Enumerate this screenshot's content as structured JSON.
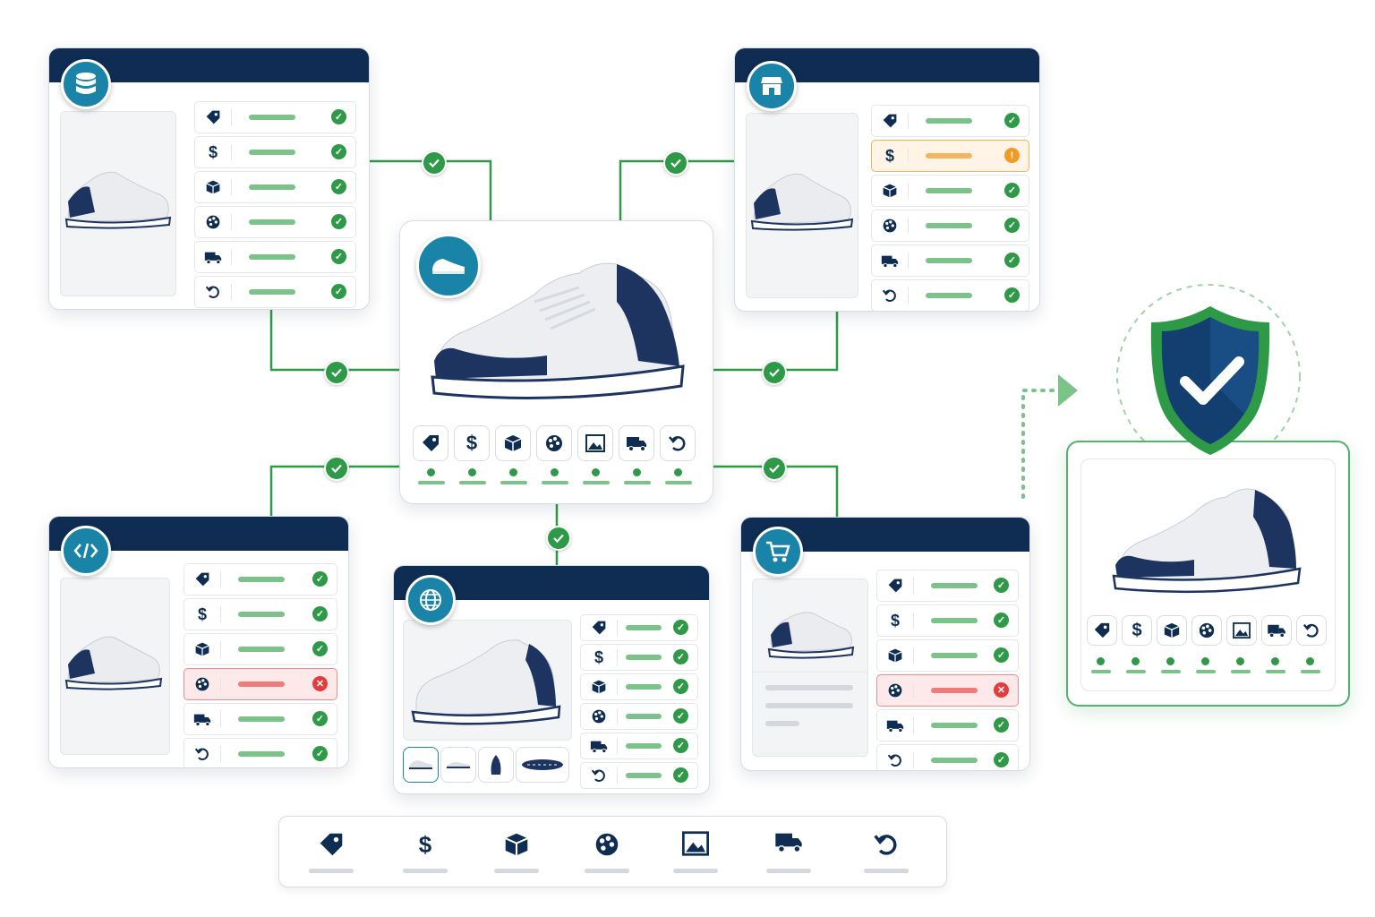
{
  "colors": {
    "navy": "#0f2d52",
    "teal": "#1a84a8",
    "ok": "#2e9a47",
    "okLine": "#7cc38a",
    "warn": "#f29b24",
    "err": "#e23c3c"
  },
  "attributes": [
    "tag-icon",
    "dollar-icon",
    "box-icon",
    "color-palette-icon",
    "image-icon",
    "truck-icon",
    "return-icon"
  ],
  "glyphs": {
    "dollar": "$"
  },
  "channels": [
    {
      "id": "database",
      "icon": "database-icon",
      "rows": [
        "ok",
        "ok",
        "ok",
        "ok",
        "ok",
        "ok"
      ]
    },
    {
      "id": "store",
      "icon": "store-icon",
      "rows": [
        "ok",
        "warn",
        "ok",
        "ok",
        "ok",
        "ok"
      ]
    },
    {
      "id": "api",
      "icon": "code-icon",
      "rows": [
        "ok",
        "ok",
        "ok",
        "err",
        "ok",
        "ok"
      ]
    },
    {
      "id": "web",
      "icon": "globe-icon",
      "rows": [
        "ok",
        "ok",
        "ok",
        "ok",
        "ok",
        "ok"
      ]
    },
    {
      "id": "cart",
      "icon": "cart-icon",
      "rows": [
        "ok",
        "ok",
        "ok",
        "err",
        "ok",
        "ok"
      ]
    }
  ],
  "status_marks": {
    "ok": "✓",
    "warn": "!",
    "err": "✕"
  },
  "verified": {
    "icon": "shield-check-icon",
    "status": "all-attributes-synced"
  }
}
